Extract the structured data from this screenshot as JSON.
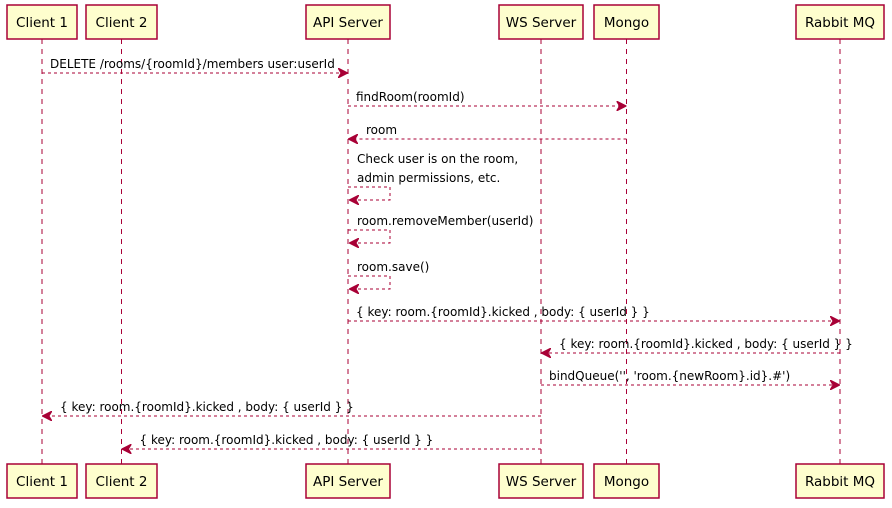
{
  "colors": {
    "participant_fill": "#fefece",
    "participant_border": "#a80036",
    "arrow": "#a80036",
    "lifeline": "#a80036",
    "text": "#000000",
    "background": "#ffffff"
  },
  "participants": [
    {
      "id": "client1",
      "label": "Client 1"
    },
    {
      "id": "client2",
      "label": "Client 2"
    },
    {
      "id": "api",
      "label": "API Server"
    },
    {
      "id": "ws",
      "label": "WS Server"
    },
    {
      "id": "mongo",
      "label": "Mongo"
    },
    {
      "id": "rabbit",
      "label": "Rabbit MQ"
    }
  ],
  "messages": [
    {
      "from": "client1",
      "to": "api",
      "lines": [
        "DELETE /rooms/{roomId}/members user:userId"
      ]
    },
    {
      "from": "api",
      "to": "mongo",
      "lines": [
        "findRoom(roomId)"
      ]
    },
    {
      "from": "mongo",
      "to": "api",
      "lines": [
        "room"
      ]
    },
    {
      "from": "api",
      "to": "api",
      "lines": [
        "Check user is on the room,",
        "admin permissions, etc."
      ]
    },
    {
      "from": "api",
      "to": "api",
      "lines": [
        "room.removeMember(userId)"
      ]
    },
    {
      "from": "api",
      "to": "api",
      "lines": [
        "room.save()"
      ]
    },
    {
      "from": "api",
      "to": "rabbit",
      "lines": [
        "{ key: room.{roomId}.kicked , body: { userId } }"
      ]
    },
    {
      "from": "rabbit",
      "to": "ws",
      "lines": [
        "{ key: room.{roomId}.kicked , body: { userId } }"
      ]
    },
    {
      "from": "ws",
      "to": "rabbit",
      "lines": [
        "bindQueue('', 'room.{newRoom}.id}.#')"
      ]
    },
    {
      "from": "ws",
      "to": "client1",
      "lines": [
        "{ key: room.{roomId}.kicked , body: { userId } }"
      ]
    },
    {
      "from": "ws",
      "to": "client2",
      "lines": [
        "{ key: room.{roomId}.kicked , body: { userId } }"
      ]
    }
  ]
}
